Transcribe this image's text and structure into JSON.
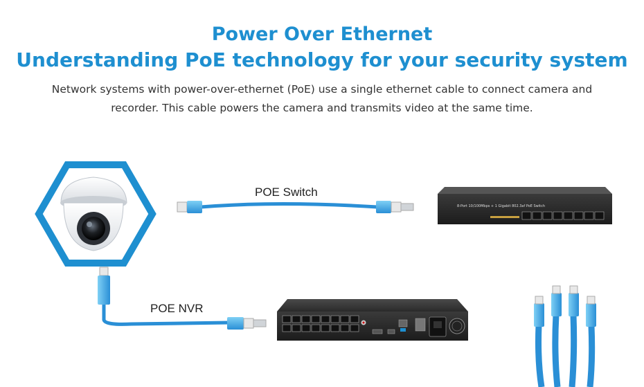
{
  "header": {
    "title_line1": "Power Over Ethernet",
    "title_line2": "Understanding PoE technology for your security system",
    "description_line1": "Network systems with power-over-ethernet (PoE) use a single ethernet cable to connect camera and",
    "description_line2": "recorder. This cable powers the camera and transmits video at the same time."
  },
  "diagram": {
    "switch_cable_label": "POE Switch",
    "nvr_cable_label": "POE NVR",
    "switch_device_text": "8-Port 10/100Mbps + 1 Gigabit 802.3af PoE Switch"
  },
  "colors": {
    "brand_blue": "#1e8fd0",
    "cable_blue": "#2a8fd6",
    "device_dark": "#2b2b2b"
  }
}
